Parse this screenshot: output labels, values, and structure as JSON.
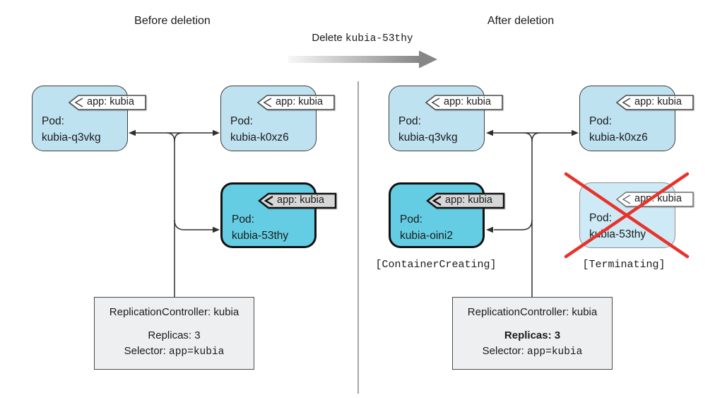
{
  "header": {
    "before_title": "Before deletion",
    "after_title": "After deletion",
    "delete_prefix": "Delete ",
    "delete_target": "kubia-53thy"
  },
  "before": {
    "pods": [
      {
        "kind": "Pod:",
        "name": "kubia-q3vkg",
        "label": "app: kubia"
      },
      {
        "kind": "Pod:",
        "name": "kubia-k0xz6",
        "label": "app: kubia"
      },
      {
        "kind": "Pod:",
        "name": "kubia-53thy",
        "label": "app: kubia"
      }
    ],
    "controller": {
      "title": "ReplicationController: kubia",
      "replicas": "Replicas: 3",
      "selector_label": "Selector: ",
      "selector_value": "app=kubia"
    }
  },
  "after": {
    "pods": [
      {
        "kind": "Pod:",
        "name": "kubia-q3vkg",
        "label": "app: kubia"
      },
      {
        "kind": "Pod:",
        "name": "kubia-k0xz6",
        "label": "app: kubia"
      },
      {
        "kind": "Pod:",
        "name": "kubia-oini2",
        "label": "app: kubia",
        "status": "[ContainerCreating]"
      },
      {
        "kind": "Pod:",
        "name": "kubia-53thy",
        "label": "app: kubia",
        "status": "[Terminating]"
      }
    ],
    "controller": {
      "title": "ReplicationController: kubia",
      "replicas": "Replicas: 3",
      "selector_label": "Selector: ",
      "selector_value": "app=kubia"
    }
  },
  "colors": {
    "pod_fill": "#bfe2f1",
    "pod_fill_new": "#64cde3",
    "pod_fill_terminating": "#cdeaf6",
    "label_tag_fill": "#ffffff",
    "label_tag_fill_new": "#d7d7d7",
    "controller_fill": "#edeff1",
    "cross_red": "#e8322a",
    "connector_gray": "#2e2e2e",
    "divider_gray": "#909090"
  }
}
